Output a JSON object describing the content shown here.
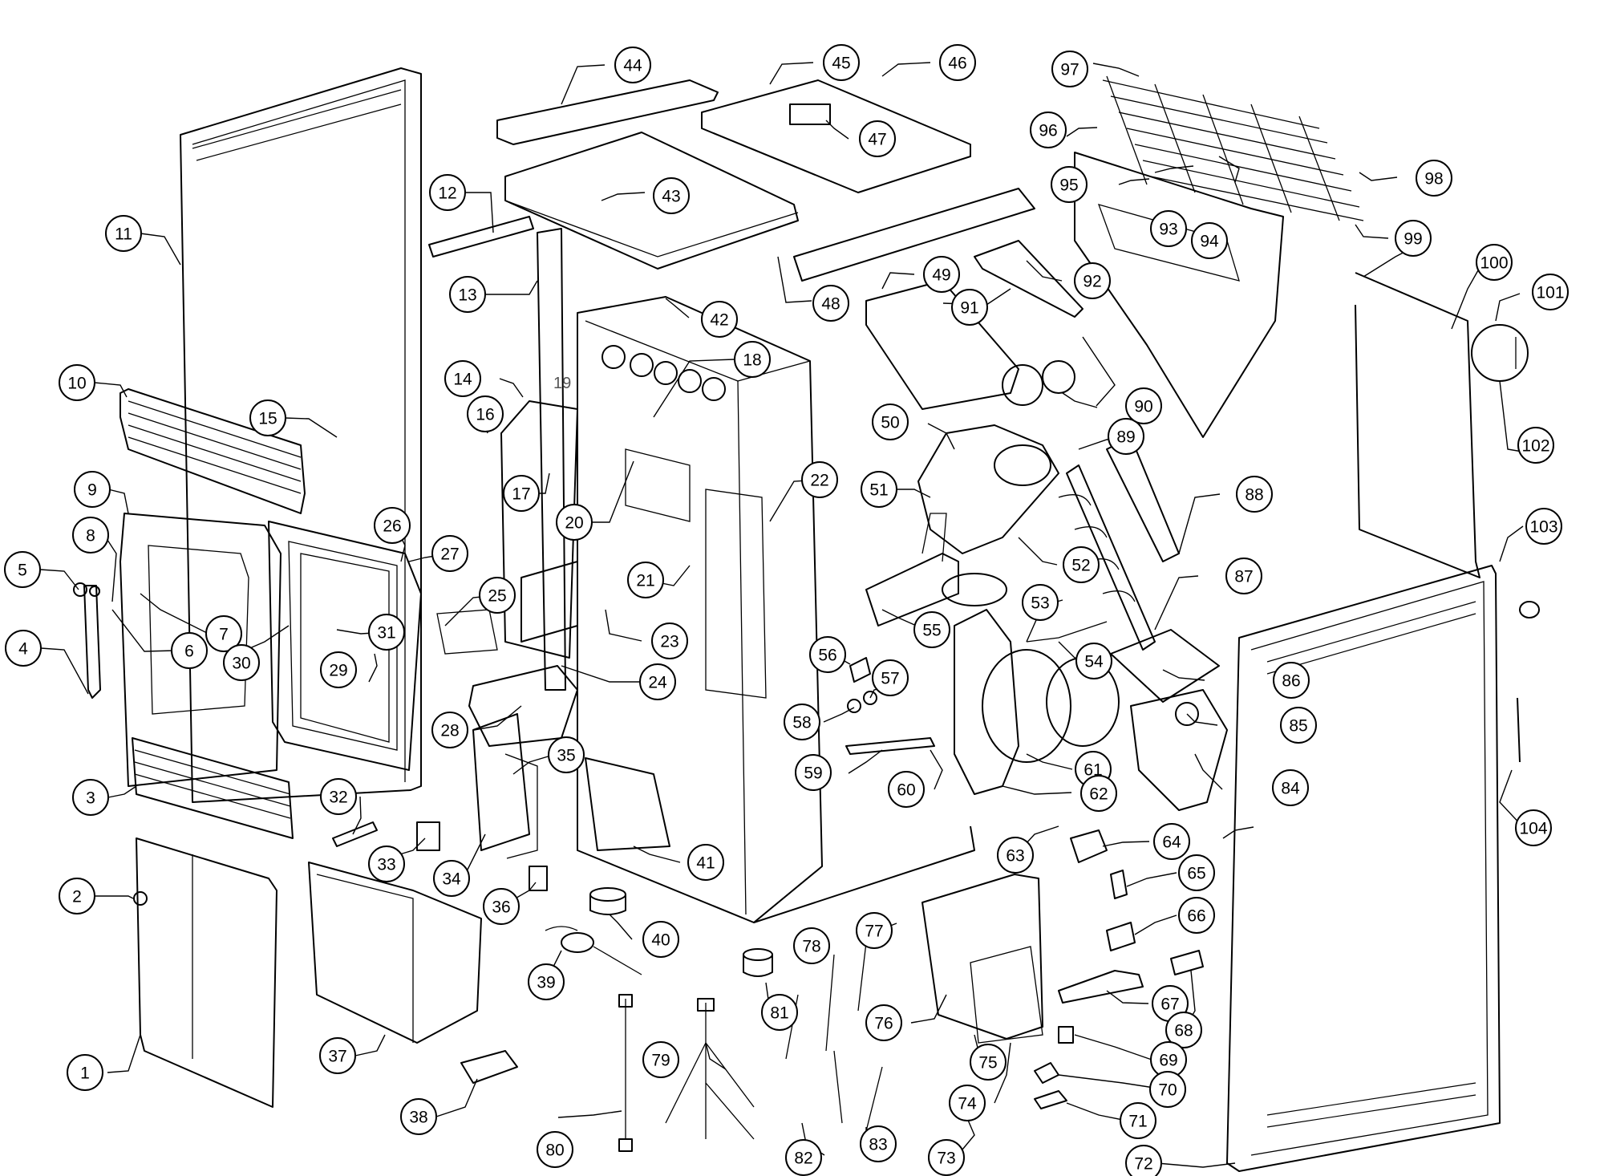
{
  "callouts": [
    "1",
    "2",
    "3",
    "4",
    "5",
    "6",
    "7",
    "8",
    "9",
    "10",
    "11",
    "12",
    "13",
    "14",
    "15",
    "16",
    "17",
    "18",
    "20",
    "21",
    "22",
    "23",
    "24",
    "25",
    "26",
    "27",
    "28",
    "29",
    "30",
    "31",
    "32",
    "33",
    "34",
    "35",
    "36",
    "37",
    "38",
    "39",
    "40",
    "41",
    "42",
    "43",
    "44",
    "45",
    "46",
    "47",
    "48",
    "49",
    "50",
    "51",
    "52",
    "53",
    "54",
    "55",
    "56",
    "57",
    "58",
    "59",
    "60",
    "61",
    "62",
    "63",
    "64",
    "65",
    "66",
    "67",
    "68",
    "69",
    "70",
    "71",
    "72",
    "73",
    "74",
    "75",
    "76",
    "77",
    "78",
    "79",
    "80",
    "81",
    "82",
    "83",
    "84",
    "85",
    "86",
    "87",
    "88",
    "89",
    "90",
    "91",
    "92",
    "93",
    "94",
    "95",
    "96",
    "97",
    "98",
    "99",
    "100",
    "101",
    "102",
    "103",
    "104"
  ],
  "unboxed_label": "19"
}
